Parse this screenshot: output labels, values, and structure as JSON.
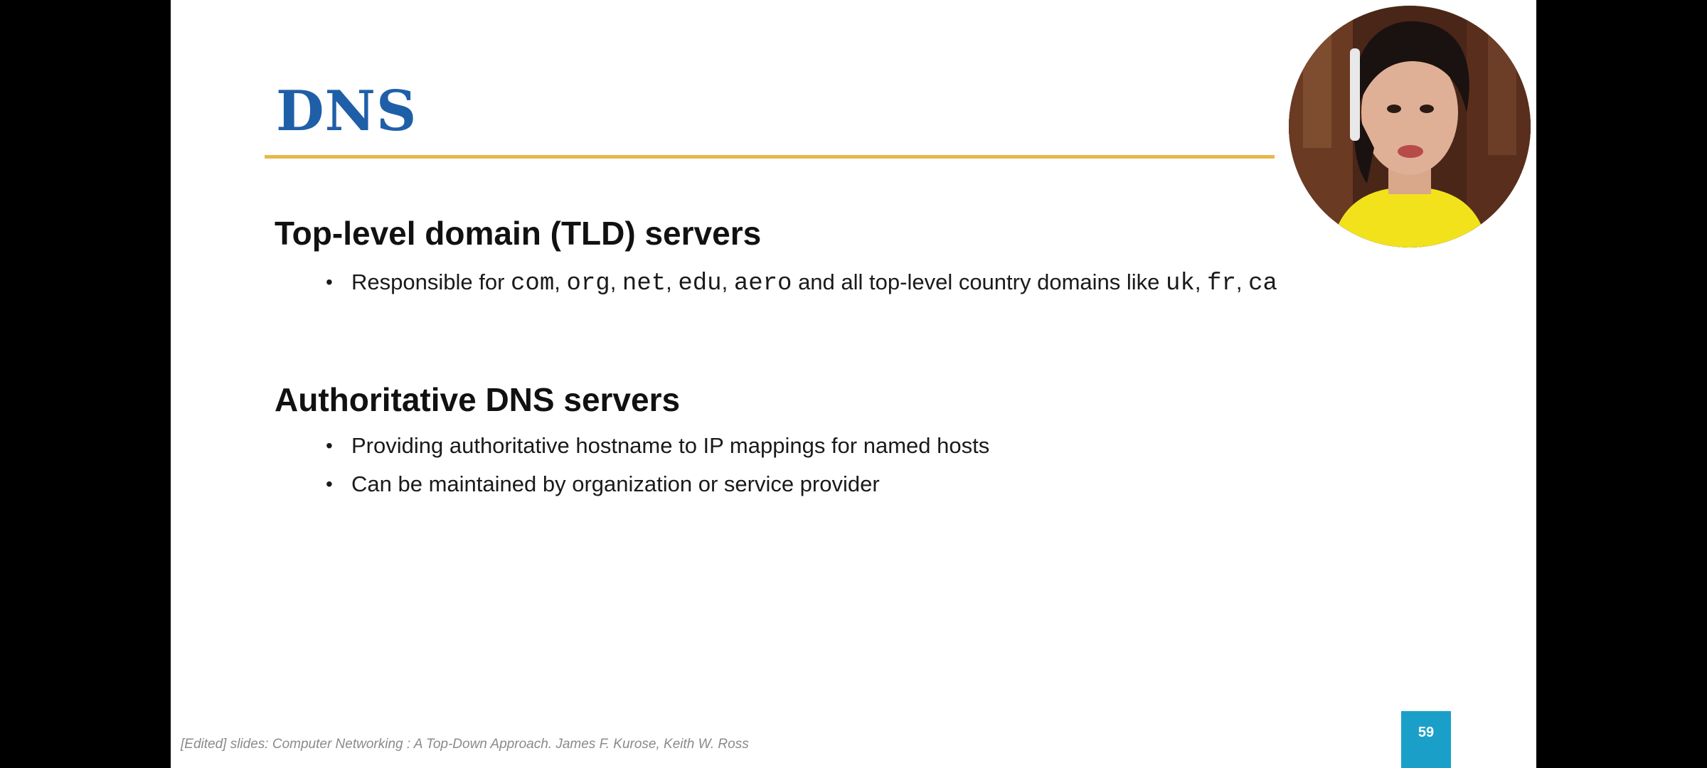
{
  "slide": {
    "title": "DNS",
    "sections": [
      {
        "heading": "Top-level domain (TLD) servers",
        "bullets": [
          {
            "segments": [
              {
                "text": "Responsible for ",
                "mono": false
              },
              {
                "text": "com",
                "mono": true
              },
              {
                "text": ", ",
                "mono": false
              },
              {
                "text": "org",
                "mono": true
              },
              {
                "text": ", ",
                "mono": false
              },
              {
                "text": "net",
                "mono": true
              },
              {
                "text": ", ",
                "mono": false
              },
              {
                "text": "edu",
                "mono": true
              },
              {
                "text": ", ",
                "mono": false
              },
              {
                "text": "aero",
                "mono": true
              },
              {
                "text": " and all top-level country domains like ",
                "mono": false
              },
              {
                "text": "uk",
                "mono": true
              },
              {
                "text": ", ",
                "mono": false
              },
              {
                "text": "fr",
                "mono": true
              },
              {
                "text": ", ",
                "mono": false
              },
              {
                "text": "ca",
                "mono": true
              }
            ]
          }
        ]
      },
      {
        "heading": "Authoritative DNS servers",
        "bullets": [
          {
            "segments": [
              {
                "text": "Providing authoritative hostname to IP mappings for named hosts",
                "mono": false
              }
            ]
          },
          {
            "segments": [
              {
                "text": "Can be maintained by organization or service provider",
                "mono": false
              }
            ]
          }
        ]
      }
    ],
    "footer_credit": "[Edited] slides: Computer Networking : A Top-Down Approach. James F. Kurose, Keith W. Ross",
    "page_number": "59"
  },
  "bullet_glyph": "•",
  "colors": {
    "title": "#1f5fa8",
    "title_rule": "#e9b84a",
    "page_badge": "#1aa0c8",
    "letterbox": "#000000",
    "slide_background": "#ffffff"
  },
  "icons": {
    "presenter_webcam": "presenter-webcam-icon"
  }
}
